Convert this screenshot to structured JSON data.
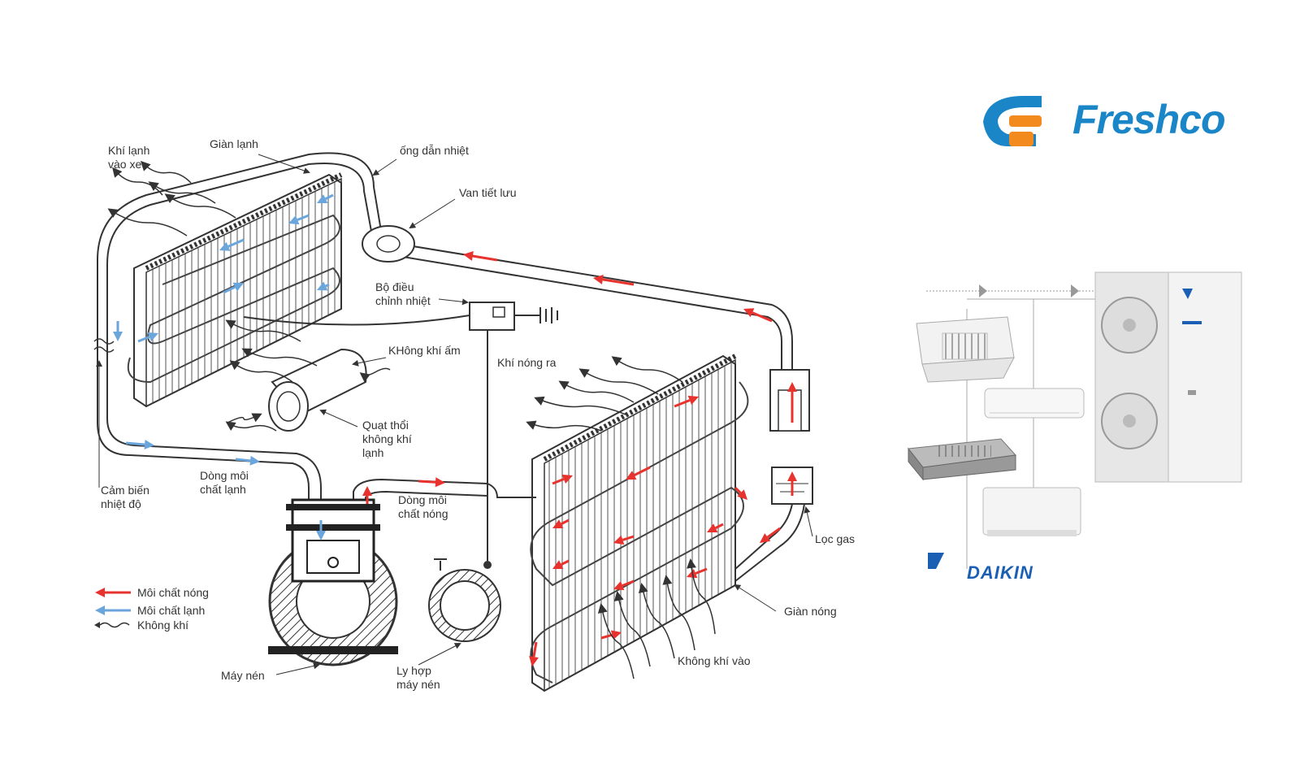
{
  "labels": {
    "khi_lanh_vao_xe": "Khí lạnh\nvào xe",
    "gian_lanh": "Giàn lạnh",
    "ong_dan_nhiet": "ống dẫn nhiệt",
    "van_tiet_luu": "Van tiết lưu",
    "bo_dieu_chinh_nhiet": "Bộ điều\nchỉnh nhiệt",
    "khong_khi_am": "KHông khí ấm",
    "khi_nong_ra": "Khí nóng ra",
    "quat_thoi": "Quạt thổi\nkhông khí\nlạnh",
    "cam_bien": "Cảm biến\nnhiệt độ",
    "dong_moi_chat_lanh": "Dòng môi\nchất lạnh",
    "dong_moi_chat_nong": "Dòng môi\nchất nóng",
    "loc_gas": "Lọc gas",
    "gian_nong": "Giàn nóng",
    "may_nen": "Máy nén",
    "ly_hop": "Ly hợp\nmáy nén",
    "khong_khi_vao": "Không khí vào"
  },
  "legend": [
    {
      "label": "Môi chất nóng",
      "color": "#e8322e",
      "kind": "arrow"
    },
    {
      "label": "Môi chất lạnh",
      "color": "#6aa5dc",
      "kind": "arrow"
    },
    {
      "label": "Không khí",
      "color": "#333333",
      "kind": "wave"
    }
  ],
  "brand": {
    "name": "Freshco",
    "accent": "#1a86c8",
    "accent2": "#f28a1e"
  },
  "daikin": {
    "name": "DAIKIN",
    "color": "#1a5fb4"
  },
  "colors": {
    "hot": "#e8322e",
    "cold": "#6aa5dc",
    "line": "#333333"
  }
}
